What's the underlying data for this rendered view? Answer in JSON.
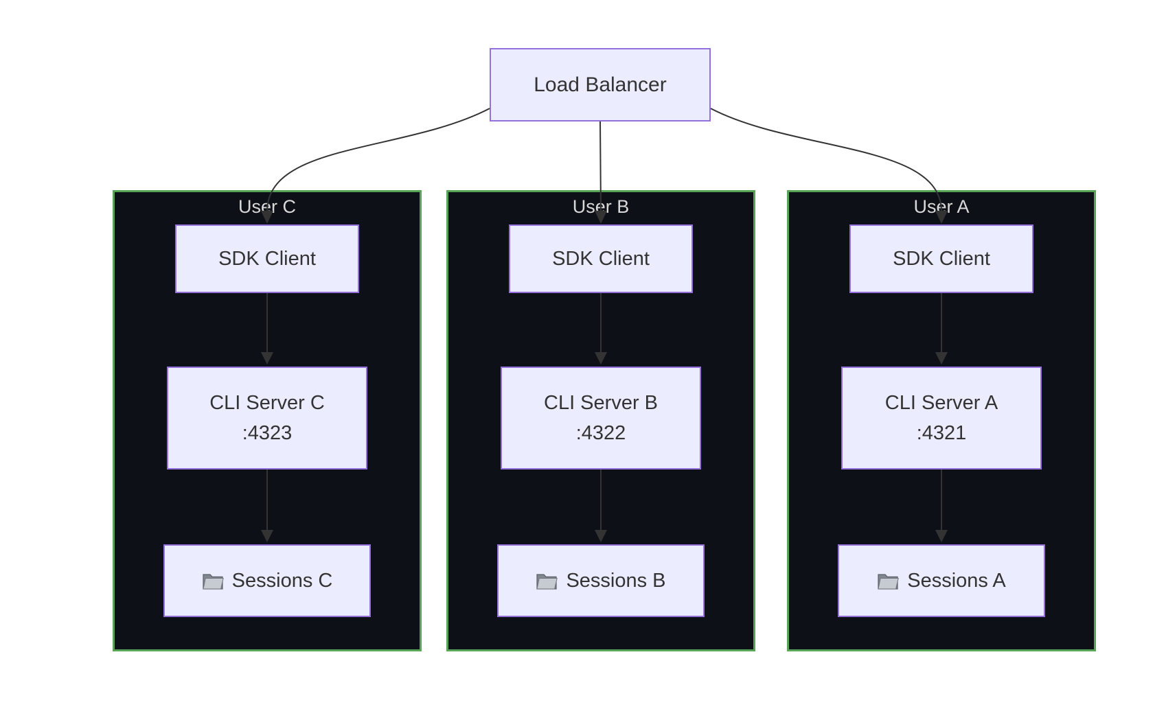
{
  "load_balancer": {
    "label": "Load Balancer"
  },
  "groups": [
    {
      "label": "User C",
      "sdk_label": "SDK Client",
      "cli_name": "CLI Server C",
      "cli_port": ":4323",
      "sessions_label": "Sessions C"
    },
    {
      "label": "User B",
      "sdk_label": "SDK Client",
      "cli_name": "CLI Server B",
      "cli_port": ":4322",
      "sessions_label": "Sessions B"
    },
    {
      "label": "User A",
      "sdk_label": "SDK Client",
      "cli_name": "CLI Server A",
      "cli_port": ":4321",
      "sessions_label": "Sessions A"
    }
  ],
  "icons": {
    "sessions_icon": "folder-icon"
  },
  "colors": {
    "background": "#ffffff",
    "node_fill": "#ECECFF",
    "node_border": "#9370DB",
    "node_text": "#333333",
    "group_fill": "#0d1117",
    "group_border": "#57a457",
    "group_label_text": "#d9d9d9",
    "edge": "#333333"
  }
}
